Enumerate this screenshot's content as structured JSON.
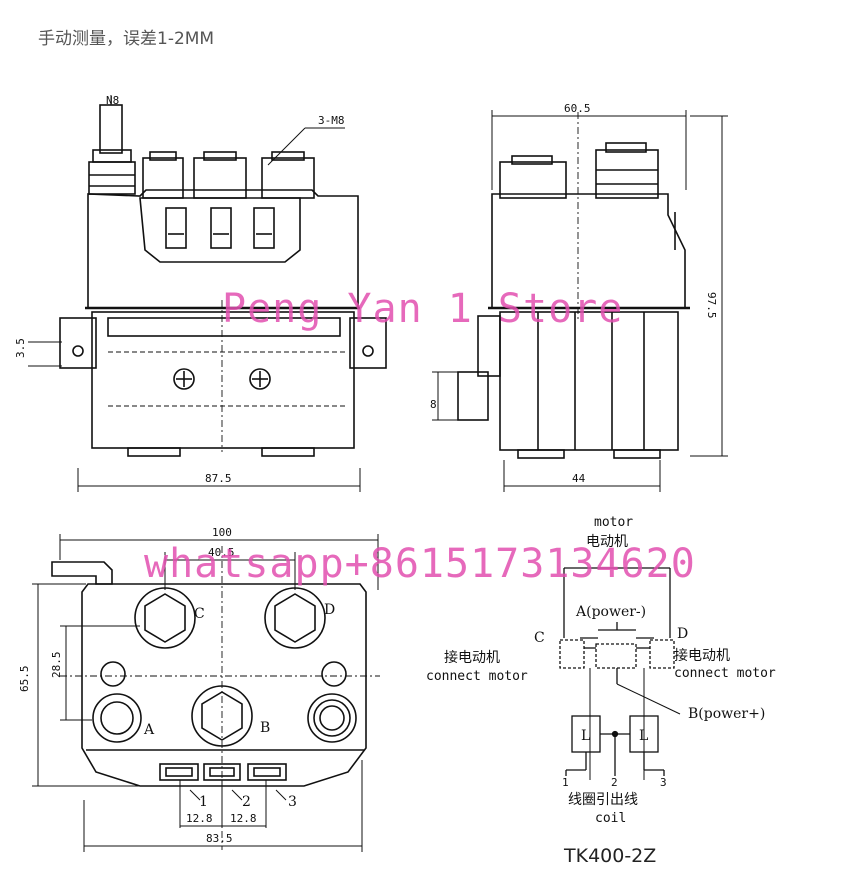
{
  "note": "手动测量，误差1-2MM",
  "watermarks": {
    "store": "Peng Yan 1 Store",
    "contact": "whatsapp+8615173134620"
  },
  "front_view": {
    "stud_label": "N8",
    "terminal_label": "3-M8",
    "dim_width": "87.5",
    "dim_small": "3.5"
  },
  "side_view": {
    "dim_top": "60.5",
    "dim_height": "97.5",
    "dim_bottom": "44",
    "dim_left": "8"
  },
  "bottom_view": {
    "dim_outer": "100",
    "dim_inner": "40.5",
    "dim_height": "65.5",
    "dim_mid": "28.5",
    "dim_width": "83.5",
    "pitch_1": "12.8",
    "pitch_2": "12.8",
    "terminal_c": "C",
    "terminal_d": "D",
    "terminal_a": "A",
    "terminal_b": "B",
    "coil_1": "1",
    "coil_2": "2",
    "coil_3": "3"
  },
  "schematic": {
    "motor_en": "motor",
    "motor_cn": "电动机",
    "a_power": "A(power-)",
    "c": "C",
    "d": "D",
    "left_cn": "接电动机",
    "left_en": "connect motor",
    "right_cn": "接电动机",
    "right_en": "connect motor",
    "b_power": "B(power+)",
    "coil_l1": "L",
    "coil_l2": "L",
    "pin_1": "1",
    "pin_2": "2",
    "pin_3": "3",
    "coil_cn": "线圈引出线",
    "coil_en": "coil",
    "model": "TK400-2Z"
  }
}
